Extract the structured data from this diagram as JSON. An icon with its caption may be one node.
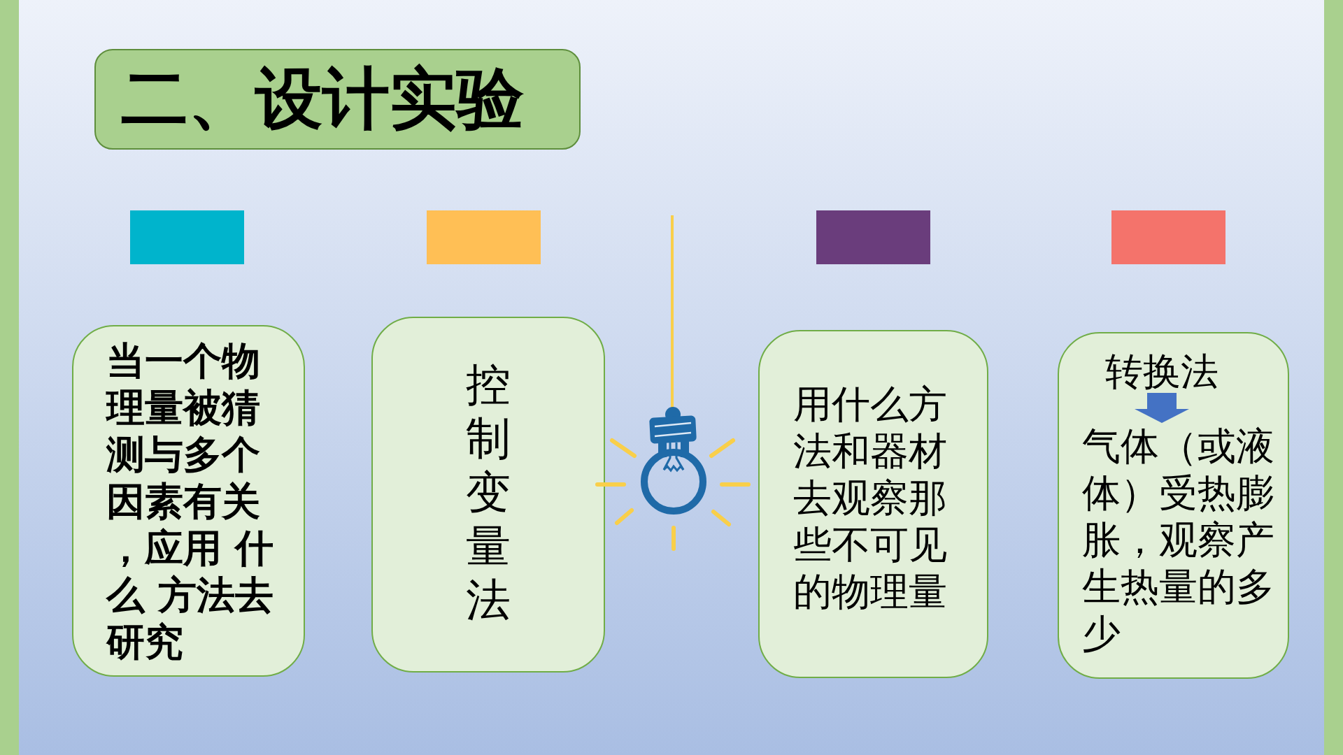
{
  "diagram": {
    "title": "二、设计实验",
    "nodes": [
      {
        "text": [],
        "shape": "box"
      },
      {
        "text": [],
        "shape": "box"
      },
      {
        "text": [],
        "shape": "box"
      },
      {
        "text": [],
        "shape": "box"
      },
      {
        "text": [
          "当一个物理量被猜测与多个因素有关，应用 什么 方法去研究"
        ]
      },
      {
        "text": [
          "控制变量法"
        ]
      },
      {
        "text": [
          "用什么方法和器材去观察那些不可见的物理量"
        ]
      },
      {
        "text": [],
        "shape": "box"
      },
      {
        "text": [
          "转换法"
        ],
        "in": 7
      },
      {
        "text": [
          "气体（或液体）受热膨胀，观察产生热量的多少"
        ],
        "in": 7
      }
    ],
    "edges": [
      {
        "from": 8,
        "to": 9,
        "arrow": "to"
      }
    ]
  }
}
